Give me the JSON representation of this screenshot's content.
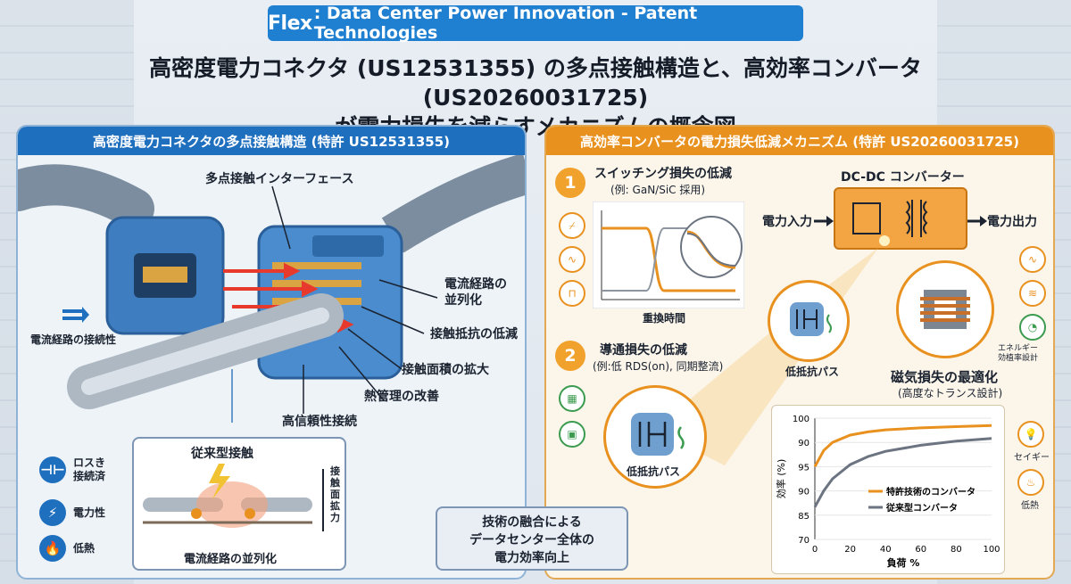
{
  "header": {
    "brand": "Flex",
    "brand_suffix": ": Data Center Power Innovation - Patent Technologies"
  },
  "title": {
    "line1": "高密度電力コネクタ (US12531355) の多点接触構造と、高効率コンバータ (US20260031725)",
    "line2": "が電力損失を減らすメカニズムの概念図"
  },
  "left_panel": {
    "heading": "高密度電力コネクタの多点接触構造 (特許 US12531355)",
    "labels": {
      "multi_point": "多点接触インターフェース",
      "parallel_path": "電流経路の\n並列化",
      "contact_resistance": "接触抵抗の低減",
      "contact_area": "接触面積の拡大",
      "thermal": "熱管理の改善",
      "reliability": "高信頼性接続",
      "path_connection": "電流経路の接続性"
    },
    "conventional": {
      "title": "従来型接触",
      "side_label": "接触面拡力",
      "bottom_label": "電流経路の並列化"
    },
    "side_items": [
      {
        "icon": "dumbbell-icon",
        "glyph": "⊣⊢",
        "text": "ロスき\n接続済"
      },
      {
        "icon": "lightning-icon",
        "glyph": "⚡",
        "text": "電力性"
      },
      {
        "icon": "flame-icon",
        "glyph": "🔥",
        "text": "低熱"
      }
    ]
  },
  "center_box": {
    "line1": "技術の融合による",
    "line2": "データセンター全体の",
    "line3": "電力効率向上"
  },
  "right_panel": {
    "heading": "高効率コンバータの電力損失低減メカニズム (特許 US20260031725)",
    "step1": {
      "num": "1",
      "title": "スイッチング損失の低減",
      "subtitle": "(例: GaN/SiC 採用)",
      "xlabel": "重換時間"
    },
    "step2": {
      "num": "2",
      "title": "導通損失の低減",
      "subtitle": "(例:低 RDS(on), 同期整流)",
      "mosfet_label": "低抵抗パス"
    },
    "converter": {
      "title": "DC-DC コンバーター",
      "input": "電力入力",
      "output": "電力出力"
    },
    "mosfet_small_label": "低抵抗パス",
    "magnetic": {
      "title": "磁気損失の最適化",
      "subtitle": "(高度なトランス設計)"
    },
    "right_icons": [
      {
        "icon": "coil-icon",
        "glyph": "∿"
      },
      {
        "icon": "transformer-icon",
        "glyph": "≋"
      },
      {
        "icon": "gauge-icon",
        "glyph": "◔",
        "text": "エネルギー\n効植率設計"
      },
      {
        "icon": "bulb-icon",
        "glyph": "💡",
        "text": "セイギー"
      },
      {
        "icon": "heat-icon",
        "glyph": "♨",
        "text": "低熱"
      }
    ],
    "left_icons": [
      {
        "icon": "transistor-icon",
        "glyph": "⌿"
      },
      {
        "icon": "sine-icon",
        "glyph": "∿"
      },
      {
        "icon": "pulse-icon",
        "glyph": "⊓"
      },
      {
        "icon": "chip-icon",
        "glyph": "▦"
      },
      {
        "icon": "module-icon",
        "glyph": "▣"
      }
    ]
  },
  "chart_data": {
    "type": "line",
    "xlabel": "負荷 %",
    "ylabel": "効率 (%)",
    "x_ticks": [
      0,
      20,
      40,
      60,
      80,
      100
    ],
    "y_ticks_labels": [
      "70",
      "85",
      "90",
      "95",
      "90",
      "100"
    ],
    "xlim": [
      0,
      100
    ],
    "ylim": [
      70,
      100
    ],
    "series": [
      {
        "name": "特許技術のコンバータ",
        "color": "#e9911f",
        "x": [
          0,
          5,
          10,
          20,
          30,
          40,
          60,
          80,
          100
        ],
        "y": [
          88,
          92,
          94,
          95.8,
          96.6,
          97.1,
          97.6,
          97.9,
          98.2
        ]
      },
      {
        "name": "従来型コンバータ",
        "color": "#6b7480",
        "x": [
          0,
          5,
          10,
          20,
          30,
          40,
          60,
          80,
          100
        ],
        "y": [
          78,
          82,
          85,
          88.5,
          90.5,
          91.8,
          93.3,
          94.3,
          95
        ]
      }
    ]
  },
  "colors": {
    "blue": "#1f6fbf",
    "orange": "#e9911f",
    "red": "#e83a2c"
  }
}
